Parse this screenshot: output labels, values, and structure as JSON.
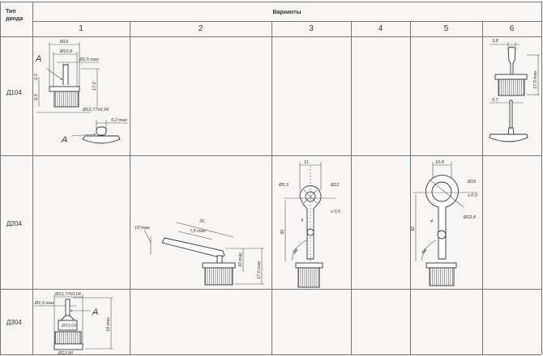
{
  "header": {
    "type_col": "Тип диода",
    "variants": "Варианты",
    "variant_numbers": [
      "1",
      "2",
      "3",
      "4",
      "5",
      "6"
    ]
  },
  "rows": [
    {
      "label": "Д104"
    },
    {
      "label": "Д204"
    },
    {
      "label": "Д304"
    }
  ],
  "drawings": {
    "d104_v1": {
      "d16": "Ø16",
      "d128": "Ø12,8",
      "d15": "Ø1,5 max",
      "h2": "2,0",
      "h65": "6,5",
      "h17": "17,0",
      "d1277": "Ø12,77±0,04",
      "w52": "5,2 max",
      "a1": "A",
      "a2": "A"
    },
    "d104_v6": {
      "w38": "3,8",
      "h17": "17,0 max",
      "w07": "0,7"
    },
    "d204_v2": {
      "ang": "15°max",
      "l26": "26",
      "l75": "7,5 max",
      "h10": "10 max",
      "h17": "17,0 max"
    },
    "d204_v3": {
      "w11": "11",
      "d53": "Ø5,3",
      "d12": "Ø12",
      "s05": "s 0,5",
      "h35": "35",
      "w4": "4",
      "r": "8φ"
    },
    "d204_v5": {
      "w108": "10,8",
      "d16": "Ø16",
      "s05": "s 0,5",
      "d128": "Ø12,8",
      "h32": "32",
      "w4": "4",
      "r": "8φ"
    },
    "d304_v1": {
      "d1277": "Ø12,77±0,04",
      "d16": "Ø1,6 max",
      "a": "A",
      "d1065": "Ø10,65",
      "h18": "18 max",
      "d1295": "Ø12,95"
    }
  }
}
